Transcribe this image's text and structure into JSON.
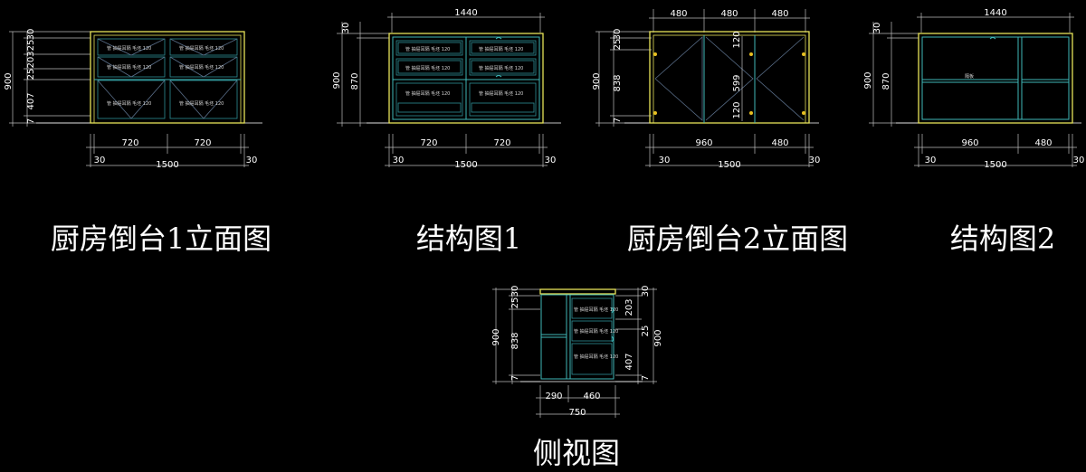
{
  "titles": {
    "elev1": "厨房倒台1立面图",
    "struct1": "结构图1",
    "elev2": "厨房倒台2立面图",
    "struct2": "结构图2",
    "side": "侧视图"
  },
  "dims": {
    "v30": "30",
    "v25": "25",
    "v203": "203",
    "v407": "407",
    "v7": "7",
    "v900": "900",
    "v870": "870",
    "v838": "838",
    "v599": "599",
    "v120": "120",
    "h720": "720",
    "h1500": "1500",
    "h1440": "1440",
    "h480": "480",
    "h960": "960",
    "h290": "290",
    "h460": "460",
    "h750": "750"
  },
  "drawer_note": "管 抽屉耳隔 毛坯 120",
  "panel_note": "隔板",
  "colors": {
    "background": "#000000",
    "frame": "#e8e35a",
    "structure": "#3fb8b8",
    "dimension": "#bdbdbd",
    "text": "#ffffff"
  }
}
